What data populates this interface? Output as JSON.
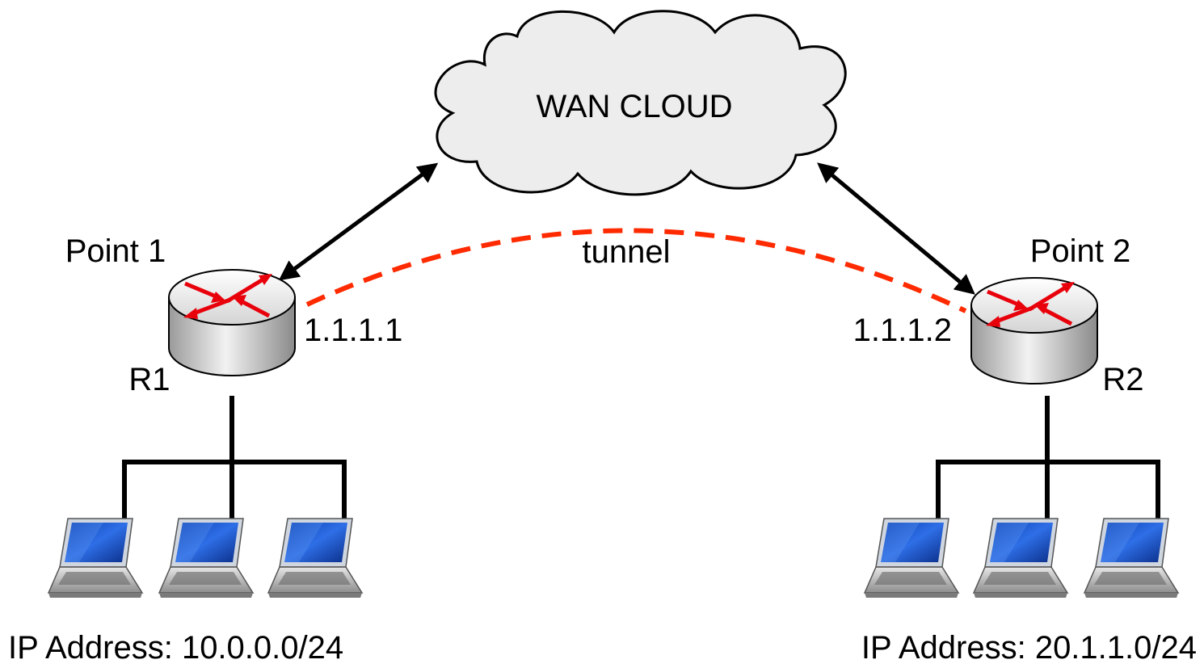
{
  "cloud": {
    "label": "WAN CLOUD"
  },
  "tunnel": {
    "label": "tunnel",
    "color": "#ff2a00"
  },
  "sites": [
    {
      "point_label": "Point 1",
      "router_label": "R1",
      "interface_ip": "1.1.1.1",
      "network_label": "IP Address: 10.0.0.0/24",
      "hosts": 3
    },
    {
      "point_label": "Point 2",
      "router_label": "R2",
      "interface_ip": "1.1.1.2",
      "network_label": "IP Address: 20.1.1.0/24",
      "hosts": 3
    }
  ],
  "colors": {
    "router_arrows": "#e8000b",
    "laptop_screen": "#2a62d8",
    "links": "#000000"
  }
}
